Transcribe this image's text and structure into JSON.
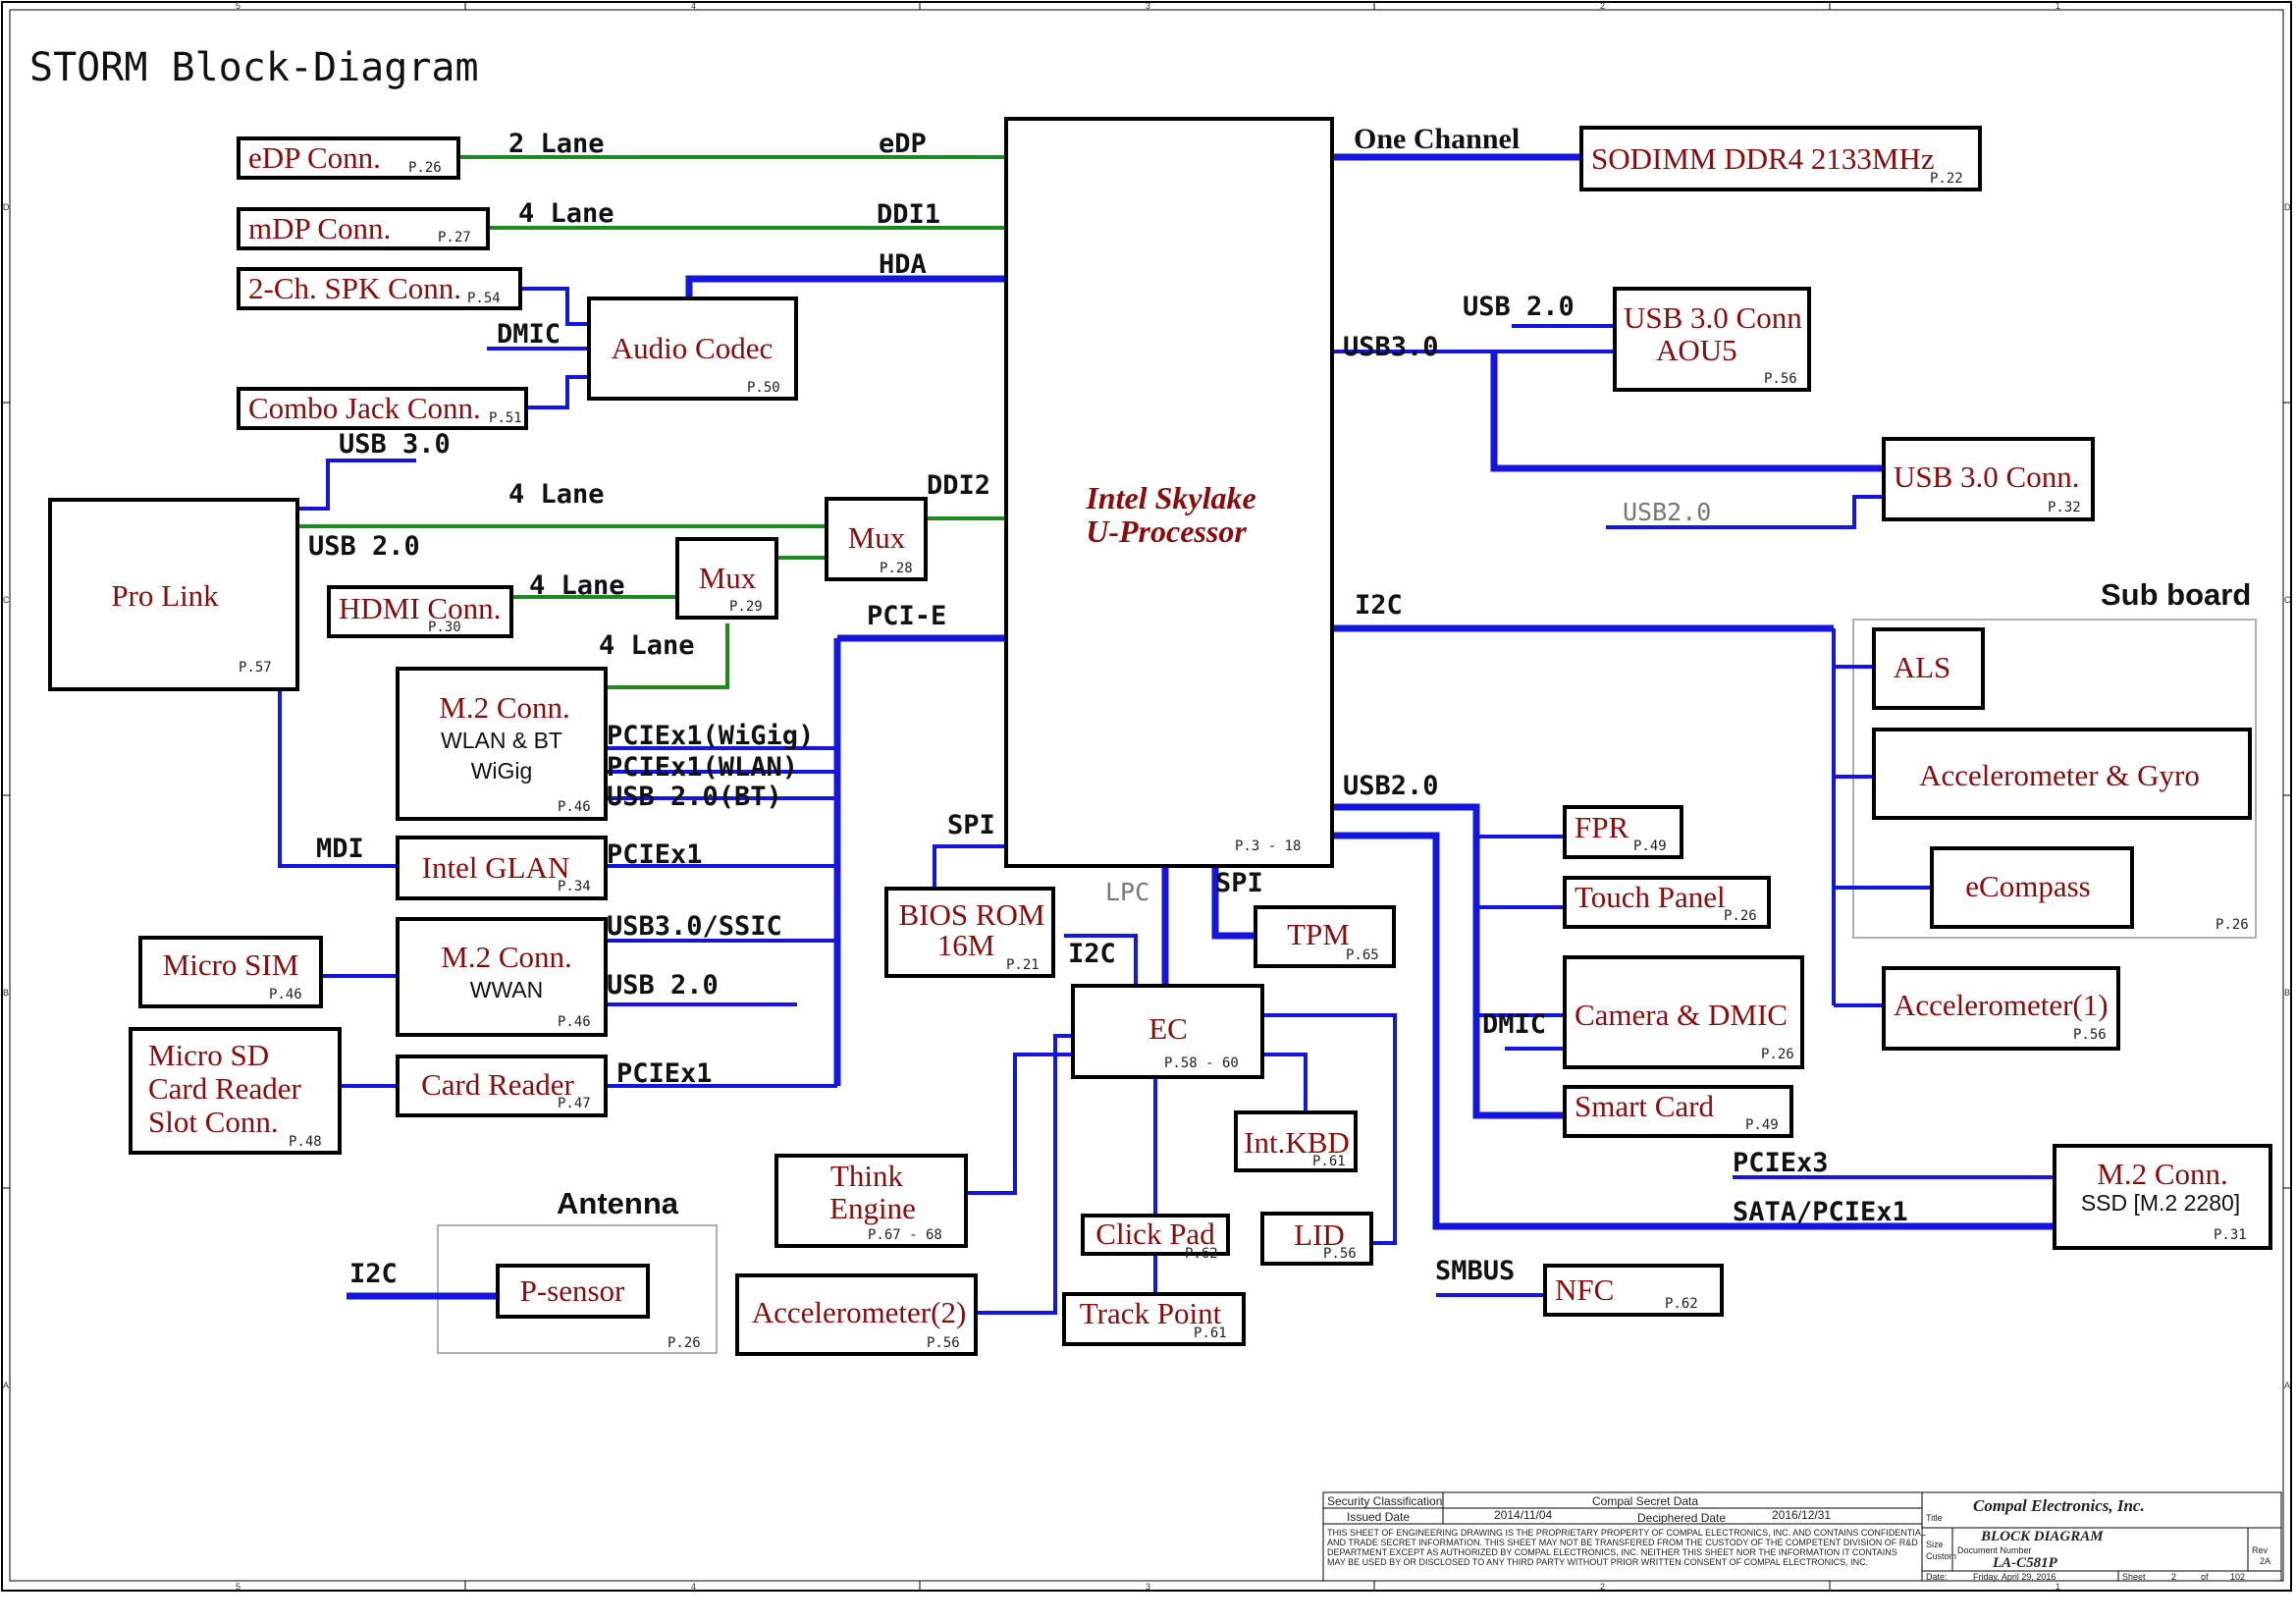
{
  "title": "STORM Block-Diagram",
  "cpu": {
    "line1": "Intel Skylake",
    "line2": "U-Processor",
    "page": "P.3 - 18"
  },
  "blocks": {
    "edp": {
      "name": "eDP Conn.",
      "page": "P.26"
    },
    "mdp": {
      "name": "mDP Conn.",
      "page": "P.27"
    },
    "spk": {
      "name": "2-Ch. SPK Conn.",
      "page": "P.54"
    },
    "combo": {
      "name": "Combo Jack Conn.",
      "page": "P.51"
    },
    "codec": {
      "name": "Audio Codec",
      "page": "P.50"
    },
    "prolink": {
      "name": "Pro Link",
      "page": "P.57"
    },
    "mux1": {
      "name": "Mux",
      "page": "P.28"
    },
    "mux2": {
      "name": "Mux",
      "page": "P.29"
    },
    "hdmi": {
      "name": "HDMI Conn.",
      "page": "P.30"
    },
    "m2wlan": {
      "name": "M.2 Conn.",
      "sub1": "WLAN & BT",
      "sub2": "WiGig",
      "page": "P.46"
    },
    "glan": {
      "name": "Intel GLAN",
      "page": "P.34"
    },
    "m2wwan": {
      "name": "M.2 Conn.",
      "sub1": "WWAN",
      "page": "P.46"
    },
    "microsim": {
      "name": "Micro SIM",
      "page": "P.46"
    },
    "microsd": {
      "line1": "Micro SD",
      "line2": "Card  Reader",
      "line3": "Slot Conn.",
      "page": "P.48"
    },
    "cardreader": {
      "name": "Card Reader",
      "page": "P.47"
    },
    "psensor": {
      "name": "P-sensor",
      "page": "P.26"
    },
    "bios": {
      "line1": "BIOS ROM",
      "line2": "16M",
      "page": "P.21"
    },
    "ec": {
      "name": "EC",
      "page": "P.58 - 60"
    },
    "tpm": {
      "name": "TPM",
      "page": "P.65"
    },
    "think": {
      "line1": "Think",
      "line2": "Engine",
      "page": "P.67 - 68"
    },
    "accel2": {
      "name": "Accelerometer(2)",
      "page": "P.56"
    },
    "clickpad": {
      "name": "Click Pad",
      "page": "P.62"
    },
    "trackpoint": {
      "name": "Track Point",
      "page": "P.61"
    },
    "intkbd": {
      "name": "Int.KBD",
      "page": "P.61"
    },
    "lid": {
      "name": "LID",
      "page": "P.56"
    },
    "sodimm": {
      "name": "SODIMM DDR4 2133MHz",
      "page": "P.22"
    },
    "usb3aou": {
      "line1": "USB 3.0 Conn",
      "line2": "AOU5",
      "page": "P.56"
    },
    "usb3conn": {
      "name": "USB 3.0 Conn.",
      "page": "P.32"
    },
    "als": {
      "name": "ALS"
    },
    "accgyro": {
      "name": "Accelerometer & Gyro"
    },
    "ecompass": {
      "name": "eCompass",
      "page": "P.26"
    },
    "accel1": {
      "name": "Accelerometer(1)",
      "page": "P.56"
    },
    "fpr": {
      "name": "FPR",
      "page": "P.49"
    },
    "touch": {
      "name": "Touch Panel",
      "page": "P.26"
    },
    "camera": {
      "name": "Camera & DMIC",
      "page": "P.26"
    },
    "smartcard": {
      "name": "Smart Card",
      "page": "P.49"
    },
    "m2ssd": {
      "name": "M.2 Conn.",
      "sub1": "SSD [M.2 2280]",
      "page": "P.31"
    },
    "nfc": {
      "name": "NFC",
      "page": "P.62"
    }
  },
  "signals": {
    "lane2": "2 Lane",
    "edp": "eDP",
    "lane4a": "4 Lane",
    "ddi1": "DDI1",
    "hda": "HDA",
    "dmic": "DMIC",
    "usb30a": "USB 3.0",
    "lane4b": "4 Lane",
    "ddi2": "DDI2",
    "usb20a": "USB 2.0",
    "lane4c": "4 Lane",
    "lane4d": "4 Lane",
    "pcie": "PCI-E",
    "wigig": "PCIEx1(WiGig)",
    "wlan": "PCIEx1(WLAN)",
    "bt": "USB 2.0(BT)",
    "mdi": "MDI",
    "pciex1a": "PCIEx1",
    "ssic": "USB3.0/SSIC",
    "usb20b": "USB 2.0",
    "pciex1b": "PCIEx1",
    "spi1": "SPI",
    "lpc": "LPC",
    "spi2": "SPI",
    "i2c_ec": "I2C",
    "i2c_ps": "I2C",
    "onechannel": "One Channel",
    "usb20c": "USB 2.0",
    "usb30b": "USB3.0",
    "usb20d": "USB2.0",
    "i2c_sub": "I2C",
    "usb20e": "USB2.0",
    "dmic2": "DMIC",
    "pciex3": "PCIEx3",
    "sata": "SATA/PCIEx1",
    "smbus": "SMBUS"
  },
  "headings": {
    "subboard": "Sub board",
    "antenna": "Antenna"
  },
  "titleblock": {
    "security": "Security Classification",
    "secret": "Compal Secret Data",
    "issued": "Issued Date",
    "issued_date": "2014/11/04",
    "decipher": "Deciphered Date",
    "decipher_date": "2016/12/31",
    "notice1": "THIS SHEET OF ENGINEERING DRAWING IS THE PROPRIETARY PROPERTY OF COMPAL ELECTRONICS, INC. AND CONTAINS CONFIDENTIAL",
    "notice2": "AND TRADE SECRET INFORMATION. THIS SHEET MAY NOT BE TRANSFERED FROM THE CUSTODY OF THE COMPETENT DIVISION OF R&D",
    "notice3": "DEPARTMENT EXCEPT AS AUTHORIZED BY COMPAL ELECTRONICS, INC. NEITHER THIS SHEET NOR THE INFORMATION IT CONTAINS",
    "notice4": "MAY BE USED BY OR DISCLOSED TO ANY THIRD PARTY WITHOUT PRIOR WRITTEN CONSENT OF COMPAL ELECTRONICS, INC.",
    "company": "Compal Electronics, Inc.",
    "title_label": "Title",
    "doc_title": "BLOCK DIAGRAM",
    "size_label": "Size",
    "docnum_label": "Document Number",
    "docnum": "LA-C581P",
    "custom": "Custom",
    "rev_label": "Rev",
    "rev": "2A",
    "date_label": "Date:",
    "date": "Friday, April 29, 2016",
    "sheet_label": "Sheet",
    "sheet": "2",
    "of_label": "of",
    "total": "102"
  },
  "grid": {
    "top": [
      "5",
      "4",
      "3",
      "2",
      "1"
    ],
    "bottom": [
      "5",
      "4",
      "3",
      "2",
      "1"
    ],
    "left": [
      "D",
      "C",
      "B",
      "A"
    ],
    "right": [
      "D",
      "C",
      "B",
      "A"
    ]
  },
  "colors": {
    "bus": "#1515e0",
    "display": "#1e8a1e",
    "label": "#8b0a0a"
  }
}
